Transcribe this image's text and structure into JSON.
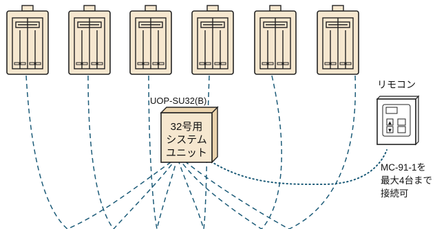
{
  "controller": {
    "model_label": "UOP-SU32(B)",
    "lines": [
      "32号用",
      "システム",
      "ユニット"
    ]
  },
  "remote": {
    "title": "リモコン",
    "note_lines": [
      "MC-91-1を",
      "最大4台まで",
      "接続可"
    ],
    "key_up_glyph": "▲",
    "key_down_glyph": "▼"
  },
  "water_heaters": {
    "count": 6
  },
  "colors": {
    "unit_fill": "#f6e7cf",
    "wire": "#1c5b78"
  }
}
